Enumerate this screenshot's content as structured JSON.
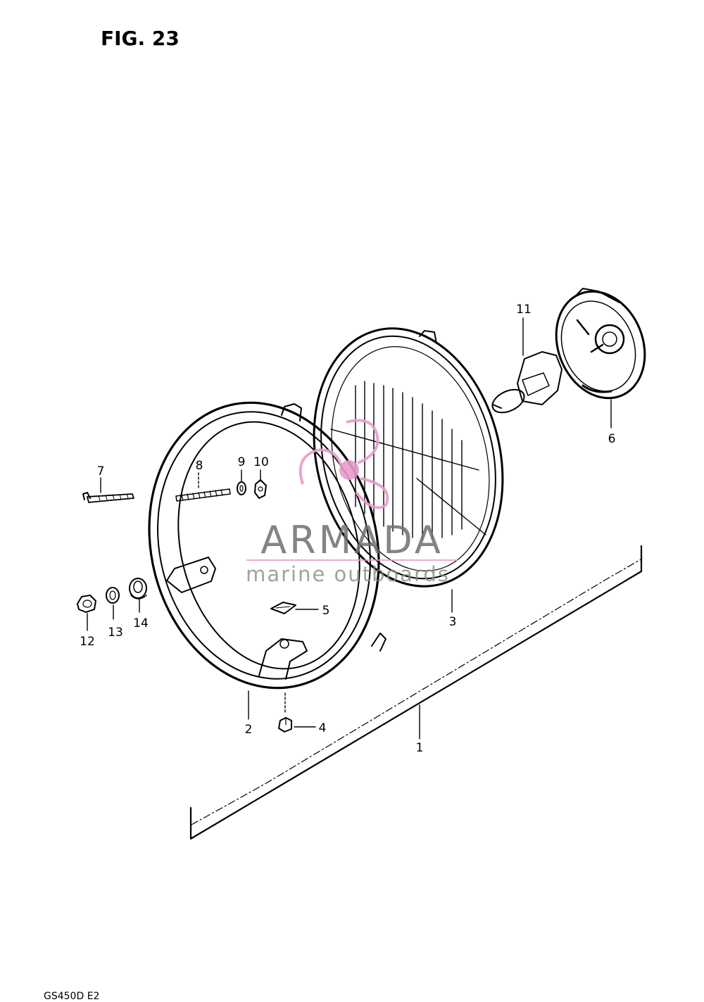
{
  "figure": {
    "title": "FIG. 23",
    "footer_code": "GS450D E2"
  },
  "callouts": {
    "c1": "1",
    "c2": "2",
    "c3": "3",
    "c4": "4",
    "c5": "5",
    "c6": "6",
    "c7": "7",
    "c8": "8",
    "c9": "9",
    "c10": "10",
    "c11": "11",
    "c12": "12",
    "c13": "13",
    "c14": "14"
  },
  "watermark": {
    "brand": "ARMADA",
    "tagline": "marine outboards",
    "colors": {
      "logo": "#e79bcb",
      "text": "#6f6f6f"
    }
  }
}
